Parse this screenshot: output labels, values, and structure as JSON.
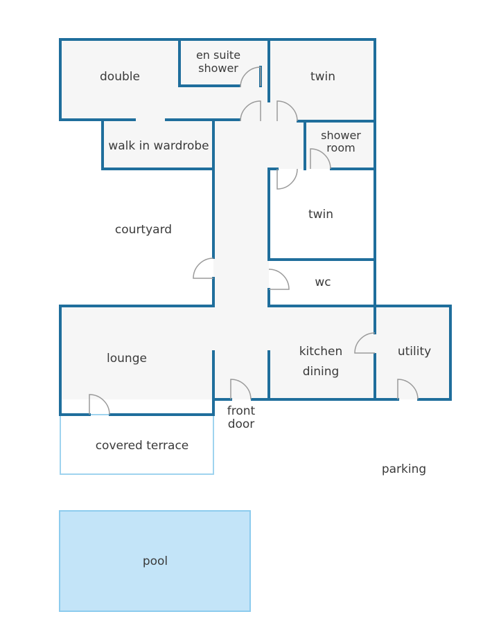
{
  "colors": {
    "wall": "#1f6e9c",
    "floor": "#f6f6f6",
    "terrace_outline": "#9ed3ef",
    "pool_fill": "#c3e4f8",
    "pool_outline": "#8ccbee",
    "door": "#9a9a9a",
    "label": "#3a3a3a"
  },
  "rooms": {
    "double": "double",
    "en_suite_line1": "en suite",
    "en_suite_line2": "shower",
    "twin_upper": "twin",
    "walk_in_wardrobe": "walk in wardrobe",
    "shower_room_line1": "shower",
    "shower_room_line2": "room",
    "twin_lower": "twin",
    "wc": "wc",
    "lounge": "lounge",
    "kitchen_line1": "kitchen",
    "kitchen_line2": "dining",
    "utility": "utility",
    "front_door_line1": "front",
    "front_door_line2": "door"
  },
  "outdoor": {
    "courtyard": "courtyard",
    "covered_terrace": "covered terrace",
    "parking": "parking",
    "pool": "pool"
  }
}
